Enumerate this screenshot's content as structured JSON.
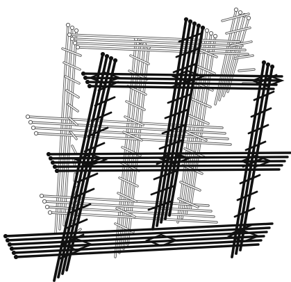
{
  "figure": {
    "description_text": "",
    "colors": {
      "background": "#ffffff",
      "dark_rod": "#111111",
      "light_rod_fill": "#ffffff",
      "light_rod_stroke": "#555555"
    },
    "layers": [
      {
        "name": "back-light-lattice",
        "style": "light"
      },
      {
        "name": "front-dark-lattice",
        "style": "dark"
      }
    ]
  }
}
